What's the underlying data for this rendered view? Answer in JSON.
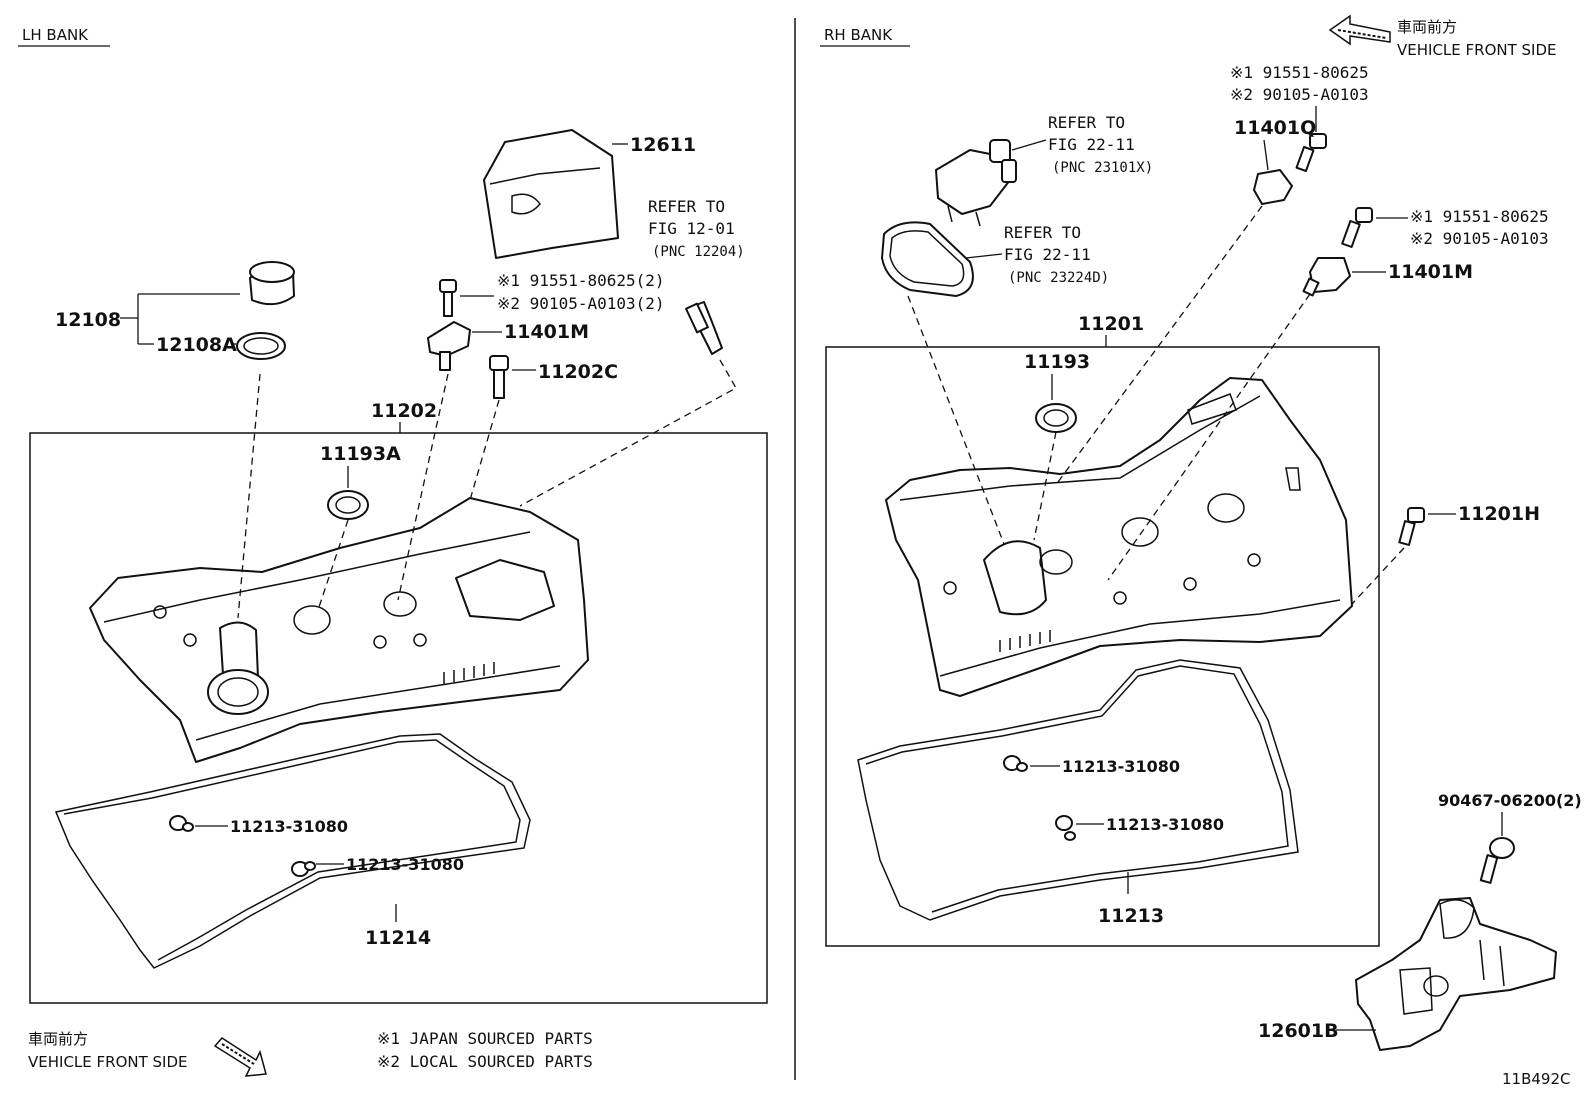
{
  "banks": {
    "lh": "LH BANK",
    "rh": "RH BANK"
  },
  "front_direction": {
    "jp": "車両前方",
    "en": "VEHICLE FRONT SIDE"
  },
  "legend": {
    "note1": "※1 JAPAN SOURCED PARTS",
    "note2": "※2 LOCAL SOURCED PARTS"
  },
  "diagram_code": "11B492C",
  "lh": {
    "parts": {
      "p12611": "12611",
      "p12108": "12108",
      "p12108A": "12108A",
      "p11401M": "11401M",
      "p11202C": "11202C",
      "p11202": "11202",
      "p11193A": "11193A",
      "p11213a": "11213-31080",
      "p11213b": "11213-31080",
      "p11214": "11214"
    },
    "bolt_notes": {
      "n1": "※1 91551-80625(2)",
      "n2": "※2 90105-A0103(2)"
    },
    "refer": {
      "line1": "REFER TO",
      "line2": "FIG 12-01",
      "line3": "(PNC 12204)"
    }
  },
  "rh": {
    "parts": {
      "p11401Q": "11401Q",
      "p11401M": "11401M",
      "p11201": "11201",
      "p11193": "11193",
      "p11201H": "11201H",
      "p11213a": "11213-31080",
      "p11213b": "11213-31080",
      "p11213": "11213",
      "p90467": "90467-06200(2)",
      "p12601B": "12601B"
    },
    "bolt_notes_top": {
      "n1": "※1 91551-80625",
      "n2": "※2 90105-A0103"
    },
    "bolt_notes_mid": {
      "n1": "※1 91551-80625",
      "n2": "※2 90105-A0103"
    },
    "refer_pump": {
      "line1": "REFER TO",
      "line2": "FIG 22-11",
      "line3": "(PNC 23101X)"
    },
    "refer_gasket": {
      "line1": "REFER TO",
      "line2": "FIG 22-11",
      "line3": "(PNC 23224D)"
    }
  }
}
